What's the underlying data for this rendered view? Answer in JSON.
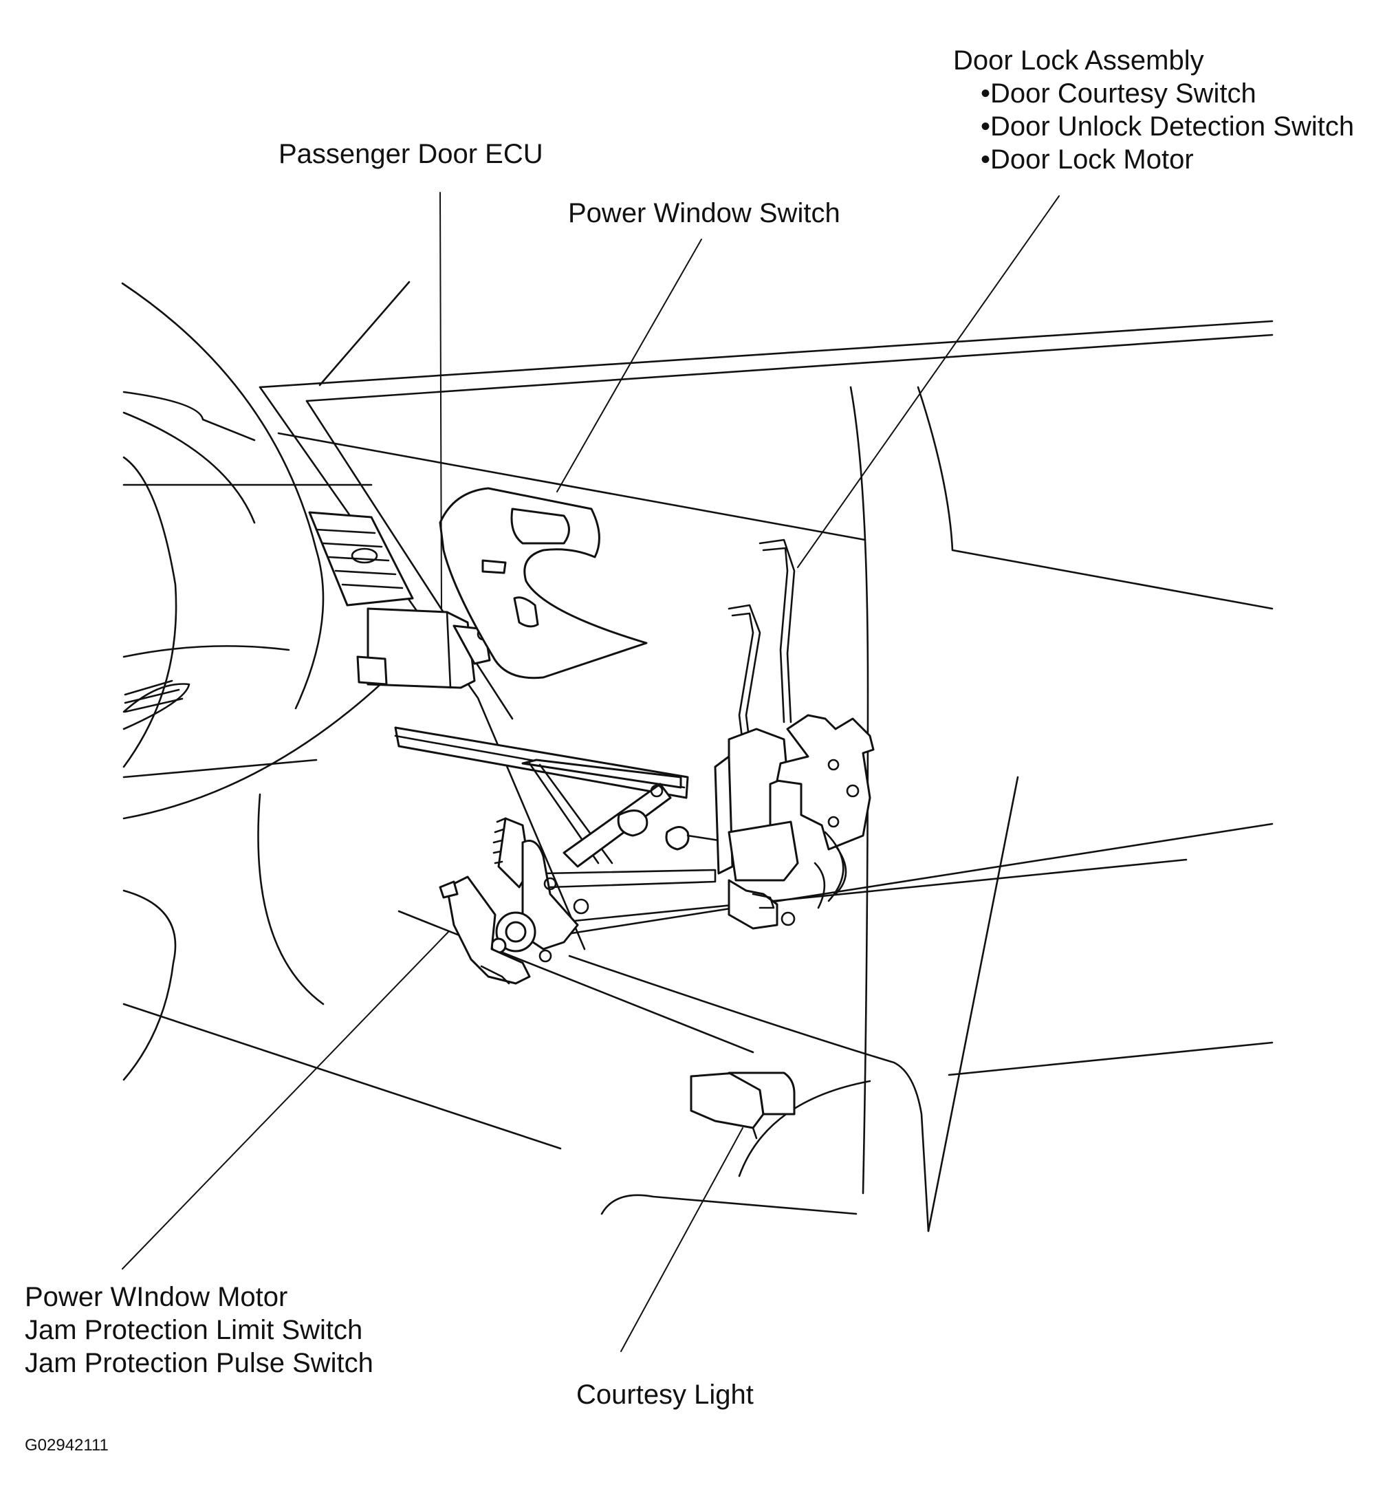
{
  "labels": {
    "door_lock_assembly": {
      "title": "Door Lock Assembly",
      "items": [
        "•Door Courtesy Switch",
        "•Door Unlock Detection Switch",
        "•Door Lock Motor"
      ]
    },
    "passenger_door_ecu": "Passenger Door ECU",
    "power_window_switch": "Power Window Switch",
    "power_window_motor": [
      "Power WIndow Motor",
      "Jam Protection Limit Switch",
      "Jam Protection Pulse Switch"
    ],
    "courtesy_light": "Courtesy Light",
    "figure_id": "G02942111"
  },
  "colors": {
    "line": "#111111",
    "background": "#ffffff"
  }
}
